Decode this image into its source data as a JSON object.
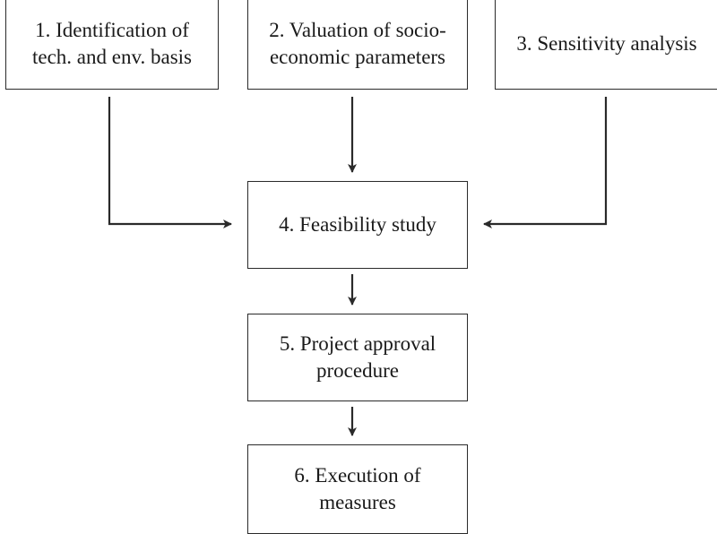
{
  "steps": [
    {
      "id": 1,
      "lines": [
        "1. Identification of",
        "tech. and env. basis"
      ]
    },
    {
      "id": 2,
      "lines": [
        "2. Valuation of socio-",
        "economic parameters"
      ]
    },
    {
      "id": 3,
      "lines": [
        "3. Sensitivity analysis"
      ]
    },
    {
      "id": 4,
      "lines": [
        "4. Feasibility study"
      ]
    },
    {
      "id": 5,
      "lines": [
        "5. Project approval",
        "procedure"
      ]
    },
    {
      "id": 6,
      "lines": [
        "6. Execution of",
        "measures"
      ]
    }
  ],
  "connections": [
    {
      "from": 1,
      "to": 4
    },
    {
      "from": 2,
      "to": 4
    },
    {
      "from": 3,
      "to": 4
    },
    {
      "from": 4,
      "to": 5
    },
    {
      "from": 5,
      "to": 6
    }
  ],
  "colors": {
    "line": "#2a2a2a",
    "background": "#ffffff",
    "text": "#1a1a1a"
  }
}
